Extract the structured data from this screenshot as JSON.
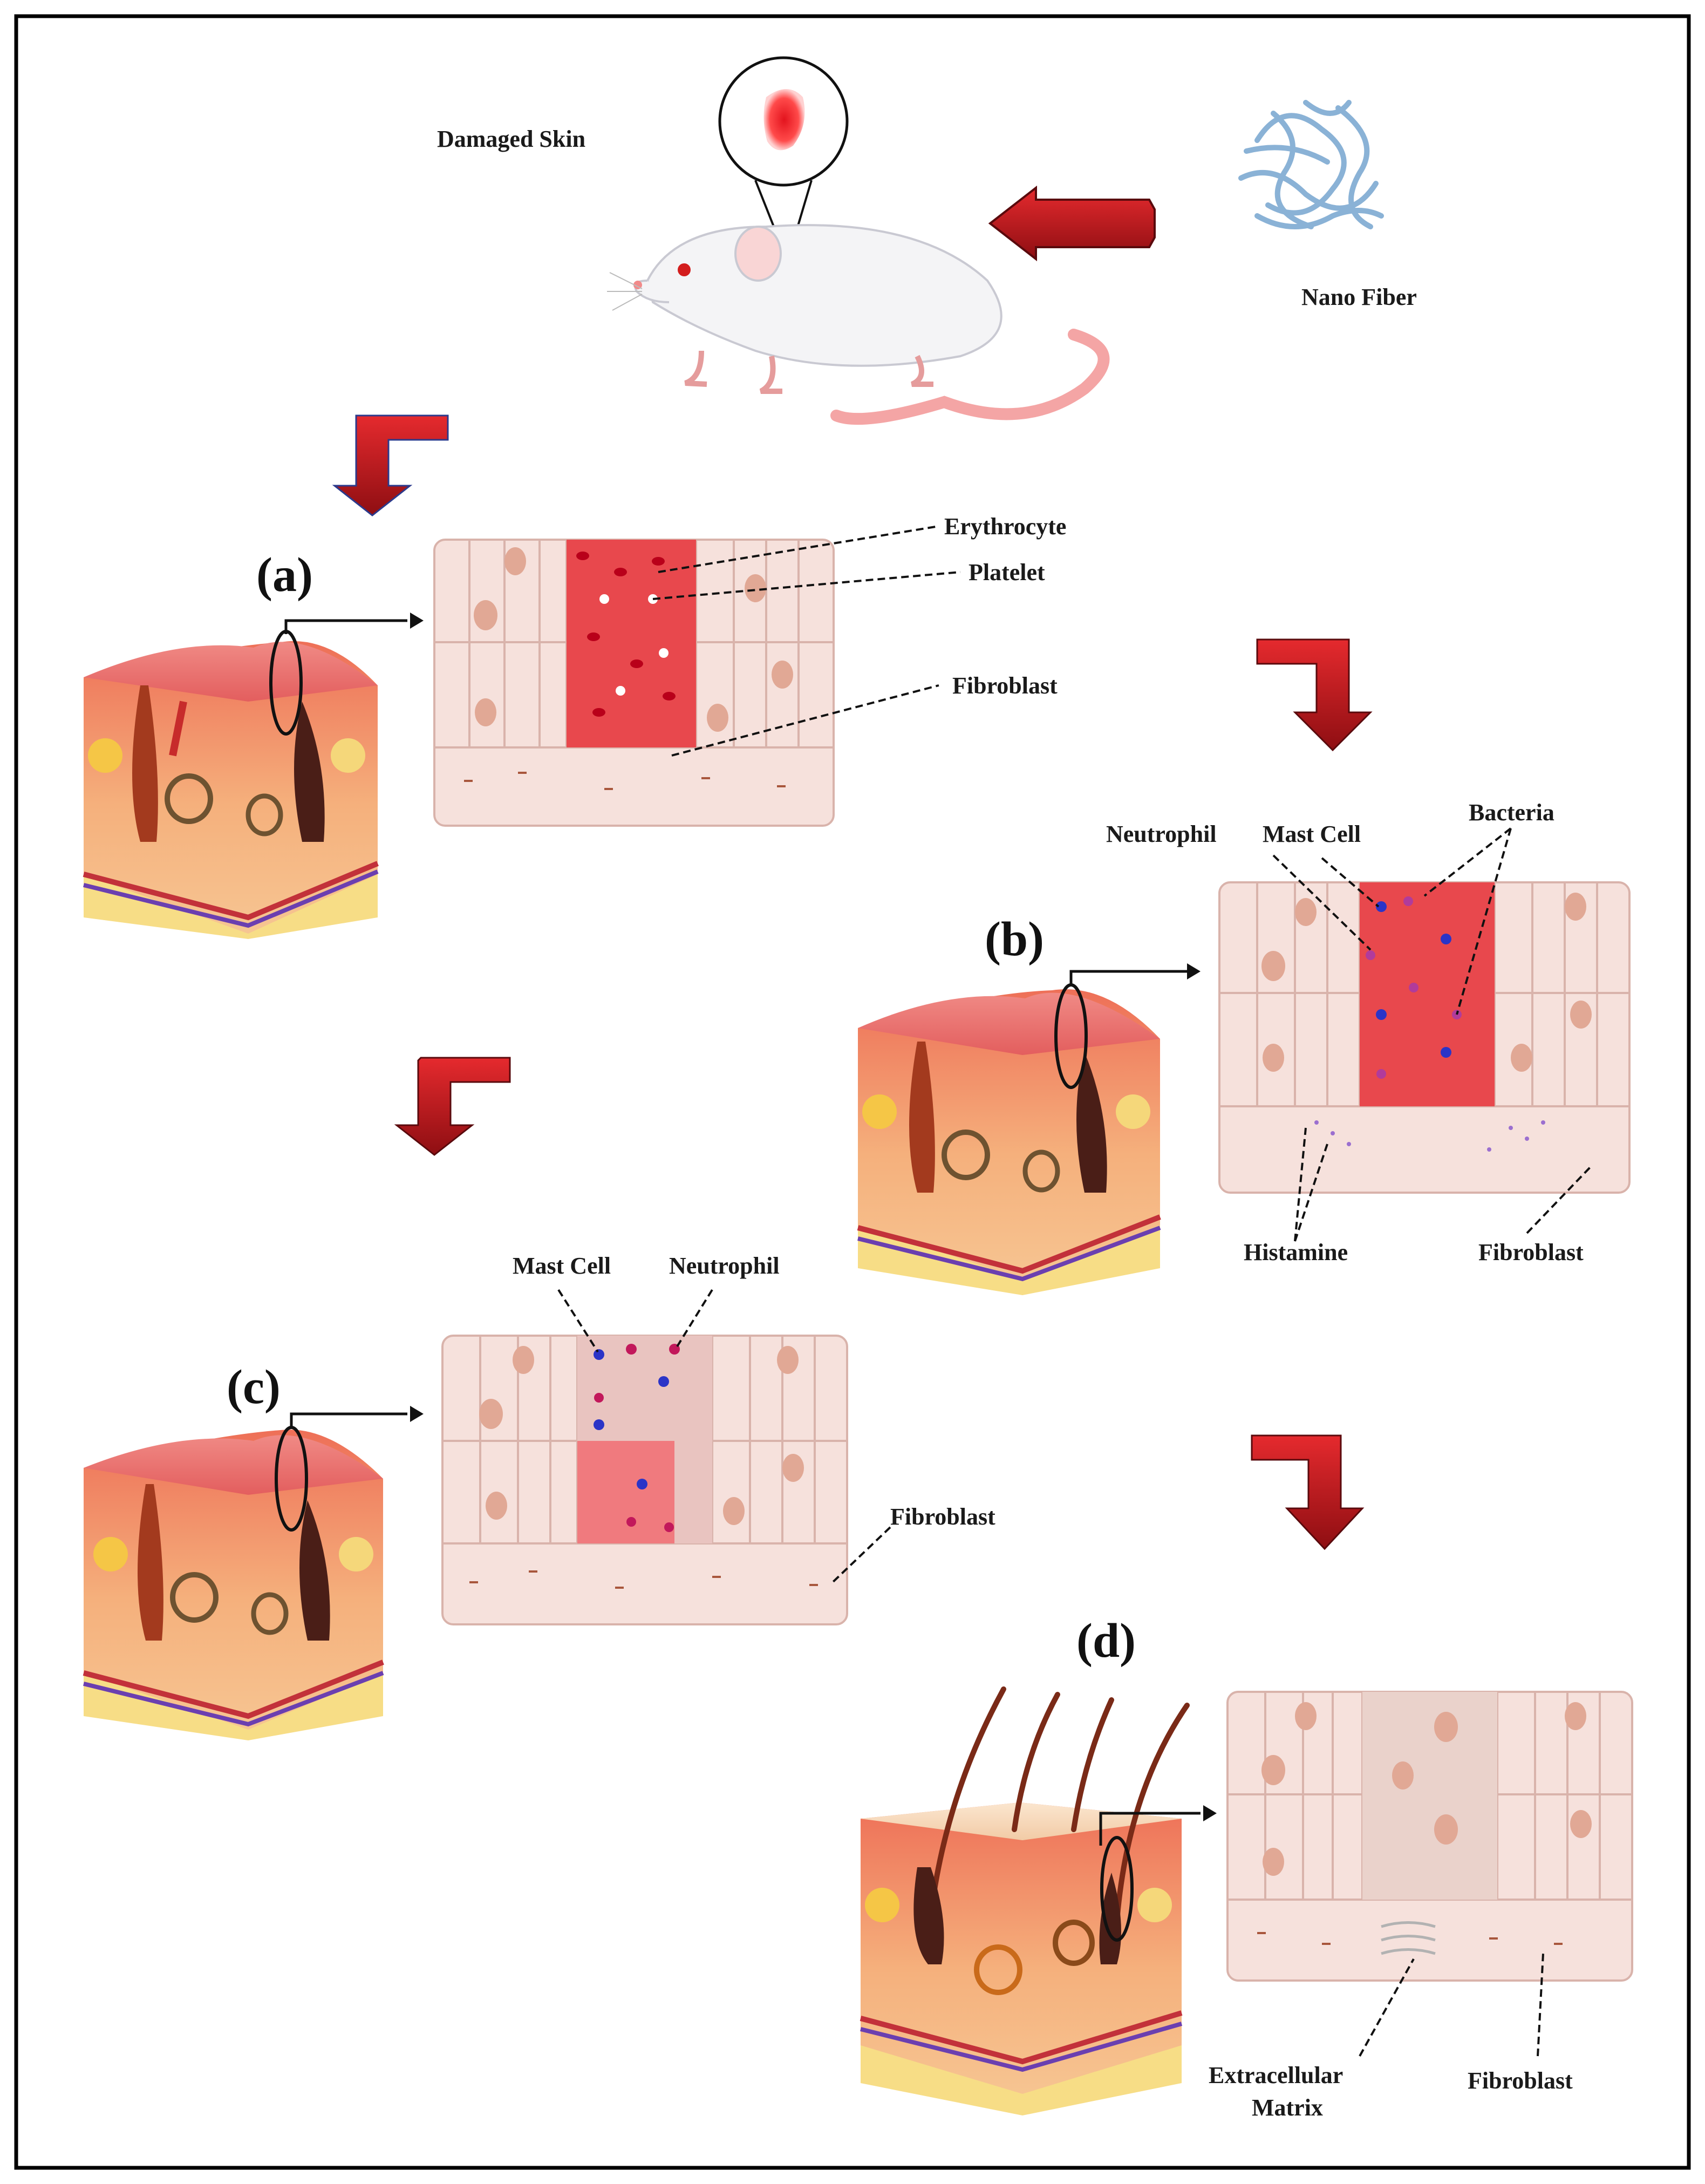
{
  "header": {
    "damaged_skin": "Damaged Skin",
    "nano_fiber": "Nano Fiber"
  },
  "panels": {
    "a": {
      "letter": "(a)",
      "labels": {
        "erythrocyte": "Erythrocyte",
        "platelet": "Platelet",
        "fibroblast": "Fibroblast"
      }
    },
    "b": {
      "letter": "(b)",
      "labels": {
        "neutrophil": "Neutrophil",
        "mast_cell": "Mast Cell",
        "bacteria": "Bacteria",
        "histamine": "Histamine",
        "fibroblast": "Fibroblast"
      }
    },
    "c": {
      "letter": "(c)",
      "labels": {
        "mast_cell": "Mast Cell",
        "neutrophil": "Neutrophil",
        "fibroblast": "Fibroblast"
      }
    },
    "d": {
      "letter": "(d)",
      "labels": {
        "ecm_line1": "Extracellular",
        "ecm_line2": "Matrix",
        "fibroblast": "Fibroblast"
      }
    }
  },
  "colors": {
    "frame": "#000000",
    "arrow_red": "#c0141b",
    "arrow_dark": "#6e0c0f",
    "arrow_outline": "#2b3a8c",
    "tissue_cell": "#f6e1dc",
    "tissue_cell_stroke": "#d9b3ab",
    "nucleus": "#e1a895",
    "wound_red": "#e8484d",
    "skin_top": "#e86a6a",
    "skin_side": "#f2a36f",
    "fat": "#f7dd86",
    "nanofiber": "#8ab2d6"
  }
}
